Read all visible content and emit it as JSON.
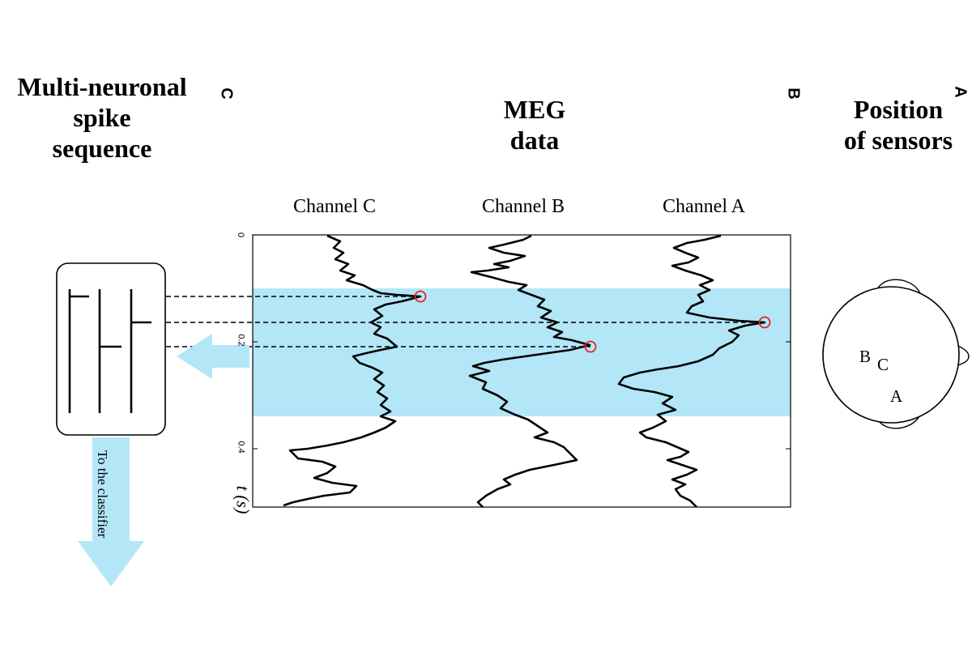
{
  "panels": {
    "a": {
      "letter": "A",
      "title_line1": "Position",
      "title_line2": "of sensors"
    },
    "b": {
      "letter": "B",
      "title_line1": "MEG",
      "title_line2": "data"
    },
    "c": {
      "letter": "C",
      "title_line1": "Multi-neuronal",
      "title_line2": "spike",
      "title_line3": "sequence"
    }
  },
  "channels": [
    "Channel C",
    "Channel B",
    "Channel A"
  ],
  "axis": {
    "title": "t (s)",
    "ticks": [
      "0",
      "0.2",
      "0.4"
    ]
  },
  "head_labels": [
    "B",
    "C",
    "A"
  ],
  "arrow_label": "To the classifier",
  "colors": {
    "highlight": "#b3e6f7",
    "marker": "#e8231e",
    "arrow": "#b3e6f7",
    "line": "#000000"
  },
  "spike_times_s": {
    "channel_c": 0.11,
    "channel_b": 0.205,
    "channel_a": 0.16
  }
}
